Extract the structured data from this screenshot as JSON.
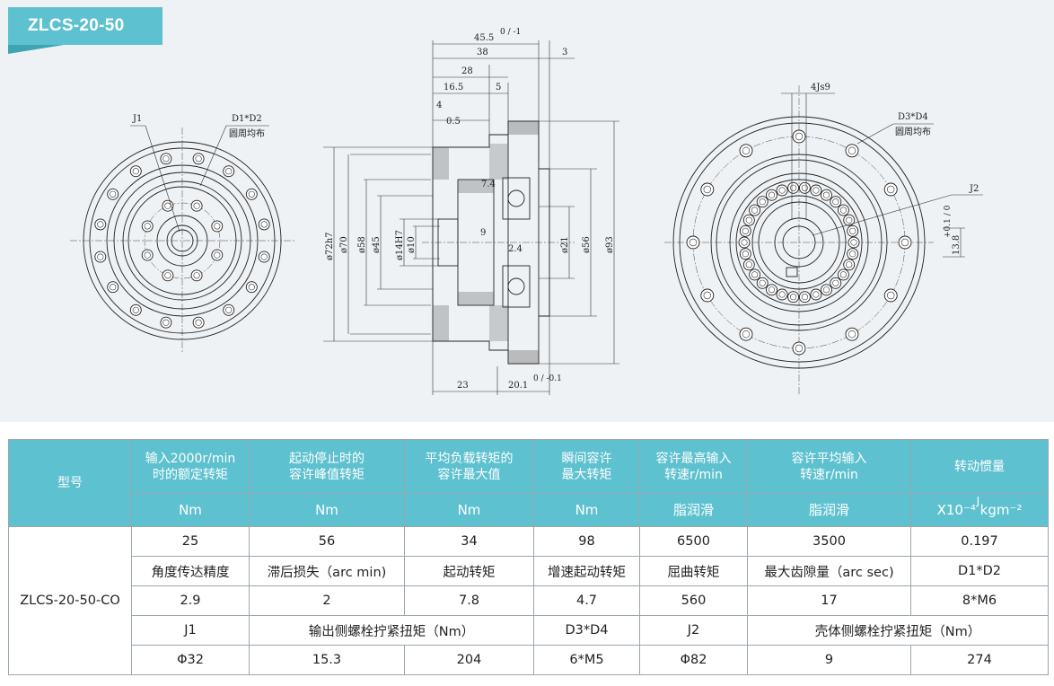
{
  "title": "ZLCS-20-50",
  "drawing": {
    "labels": {
      "j1": "J1",
      "d1d2": "D1*D2",
      "circumferential_1": "圆周均布",
      "d3d4": "D3*D4",
      "circumferential_2": "圆周均布",
      "j2": "J2",
      "key": "4Js9"
    },
    "dims": {
      "d45_5": "45.5",
      "d45_5_tol": "0 / -1",
      "d38": "38",
      "d3": "3",
      "d28": "28",
      "d16_5": "16.5",
      "d5": "5",
      "d4": "4",
      "d0_5": "0.5",
      "d7_4": "7.4",
      "d9": "9",
      "d2_4": "2.4",
      "d23": "23",
      "d20_1": "20.1",
      "d20_1_tol": "0 / -0.1",
      "dia72h7": "ø72h7",
      "dia70": "ø70",
      "dia58": "ø58",
      "dia45": "ø45",
      "dia14H7": "ø14H7",
      "dia10": "ø10",
      "dia21": "ø21",
      "dia56": "ø56",
      "dia93": "ø93",
      "d13_8": "13.8",
      "d13_8_tol": "+0.1 / 0"
    }
  },
  "table": {
    "header_row1": [
      "型号",
      "输入2000r/min\n时的额定转矩",
      "起动停止时的\n容许峰值转矩",
      "平均负载转矩的\n容许最大值",
      "瞬间容许\n最大转矩",
      "容许最高输入\n转速r/min",
      "容许平均输入\n转速r/min",
      "转动惯量"
    ],
    "header_row2": [
      "Nm",
      "Nm",
      "Nm",
      "Nm",
      "脂润滑",
      "脂润滑"
    ],
    "inertia_unit": "X10⁻⁴ kgm⁻²",
    "inertia_unit_j": "J",
    "model": "ZLCS-20-50-CO",
    "rows": [
      [
        "25",
        "56",
        "34",
        "98",
        "6500",
        "3500",
        "0.197"
      ],
      [
        "角度传达精度",
        "滞后损失（arc min)",
        "起动转矩",
        "增速起动转矩",
        "屈曲转矩",
        "最大齿隙量（arc sec)",
        "D1*D2"
      ],
      [
        "2.9",
        "2",
        "7.8",
        "4.7",
        "560",
        "17",
        "8*M6"
      ]
    ],
    "row4": {
      "j1": "J1",
      "out_torque_label": "输出侧螺栓拧紧扭矩（Nm）",
      "d3d4": "D3*D4",
      "j2": "J2",
      "case_torque_label": "壳体侧螺栓拧紧扭矩（Nm）"
    },
    "row5": {
      "j1": "Φ32",
      "out_a": "15.3",
      "out_b": "204",
      "d3d4": "6*M5",
      "j2": "Φ82",
      "case_a": "9",
      "case_b": "274"
    }
  }
}
